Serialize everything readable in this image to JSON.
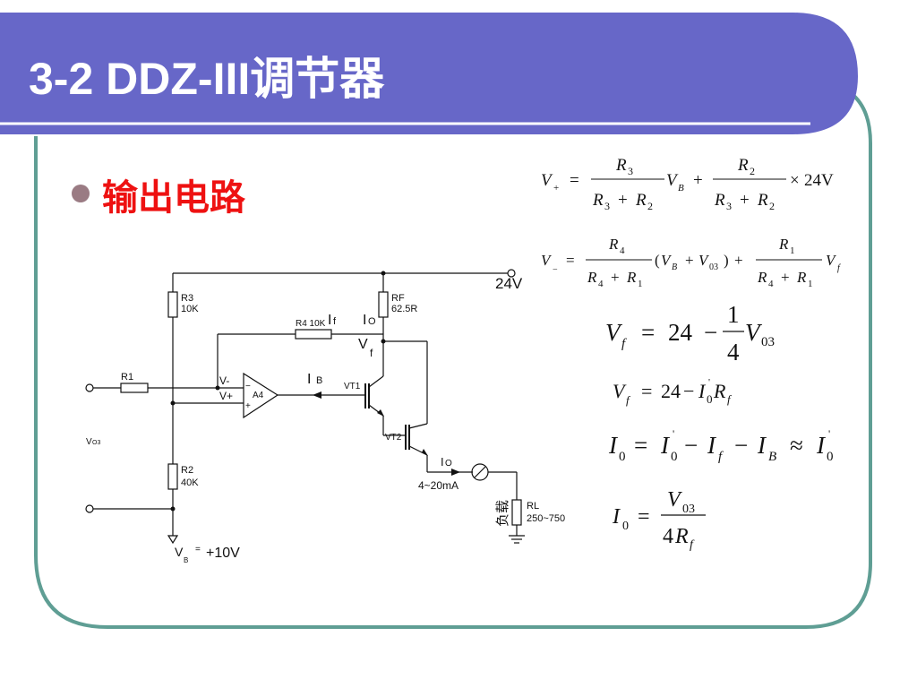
{
  "slide": {
    "title": "3-2  DDZ-III调节器",
    "bullet": "输出电路",
    "colors": {
      "title_bar": "#6767c8",
      "frame": "#5f9e94",
      "accent_text": "#ee1111",
      "bullet": "#9a7b83"
    }
  },
  "circuit": {
    "supply_label": "24V",
    "r3_name": "R3",
    "r3_value": "10K",
    "r2_name": "R2",
    "r2_value": "40K",
    "r4_label": "R4 10K",
    "rf_name": "RF",
    "rf_value": "62.5R",
    "r1_label": "R1",
    "if_label": "I",
    "if_sub": "f",
    "io_label": "I",
    "io_sub": "O",
    "vf_label": "V",
    "vf_sub": "f",
    "ib_label": "I",
    "ib_sub": "B",
    "vminus_label": "V-",
    "vplus_label": "V+",
    "opamp_name": "A4",
    "opamp_minus": "−",
    "opamp_plus": "+",
    "vt1_label": "VT1",
    "vt2_label": "VT2",
    "io2_label": "I",
    "io2_sub": "O",
    "current_range": "4~20mA",
    "load_label": "负载",
    "rl_name": "RL",
    "rl_value": "250~750",
    "vo3_label": "V",
    "vo3_sub": "O3",
    "vb_label": "V",
    "vb_sub": "B",
    "vb_eq": "=",
    "vb_value": "+10V"
  },
  "equations": {
    "eq1": {
      "lhs": "V",
      "lhs_sub": "+",
      "eq": "=",
      "f1_num": "R",
      "f1_num_sub": "3",
      "f1_den_a": "R",
      "f1_den_a_sub": "3",
      "plus": "+",
      "f1_den_b": "R",
      "f1_den_b_sub": "2",
      "v": "V",
      "v_sub": "B",
      "f2_num": "R",
      "f2_num_sub": "2",
      "f2_den_a": "R",
      "f2_den_a_sub": "3",
      "f2_den_b": "R",
      "f2_den_b_sub": "2",
      "times": "×",
      "value": "24V"
    },
    "eq2": {
      "lhs": "V",
      "lhs_sub": "−",
      "eq": "=",
      "f1_num": "R",
      "f1_num_sub": "4",
      "f1_den_a": "R",
      "f1_den_a_sub": "4",
      "plus": "+",
      "f1_den_b": "R",
      "f1_den_b_sub": "1",
      "paren_open": "(",
      "vb": "V",
      "vb_sub": "B",
      "v03": "V",
      "v03_sub": "03",
      "paren_close": ")",
      "f2_num": "R",
      "f2_num_sub": "1",
      "f2_den_a": "R",
      "f2_den_a_sub": "4",
      "f2_den_b": "R",
      "f2_den_b_sub": "1",
      "vf": "V",
      "vf_sub": "f"
    },
    "eq3": {
      "lhs": "V",
      "lhs_sub": "f",
      "eq": "=",
      "const": "24",
      "minus": "−",
      "num": "1",
      "den": "4",
      "v": "V",
      "v_sub": "03"
    },
    "eq4": {
      "lhs": "V",
      "lhs_sub": "f",
      "eq": "=",
      "const": "24",
      "minus": "−",
      "i": "I",
      "i_sub": "0",
      "i_prime": "'",
      "r": "R",
      "r_sub": "f"
    },
    "eq5": {
      "lhs": "I",
      "lhs_sub": "0",
      "eq": "=",
      "t1": "I",
      "t1_sub": "0",
      "t1_prime": "'",
      "minus": "−",
      "t2": "I",
      "t2_sub": "f",
      "t3": "I",
      "t3_sub": "B",
      "approx": "≈",
      "t4": "I",
      "t4_sub": "0",
      "t4_prime": "'"
    },
    "eq6": {
      "lhs": "I",
      "lhs_sub": "0",
      "eq": "=",
      "num": "V",
      "num_sub": "03",
      "den_coef": "4",
      "den": "R",
      "den_sub": "f"
    }
  }
}
